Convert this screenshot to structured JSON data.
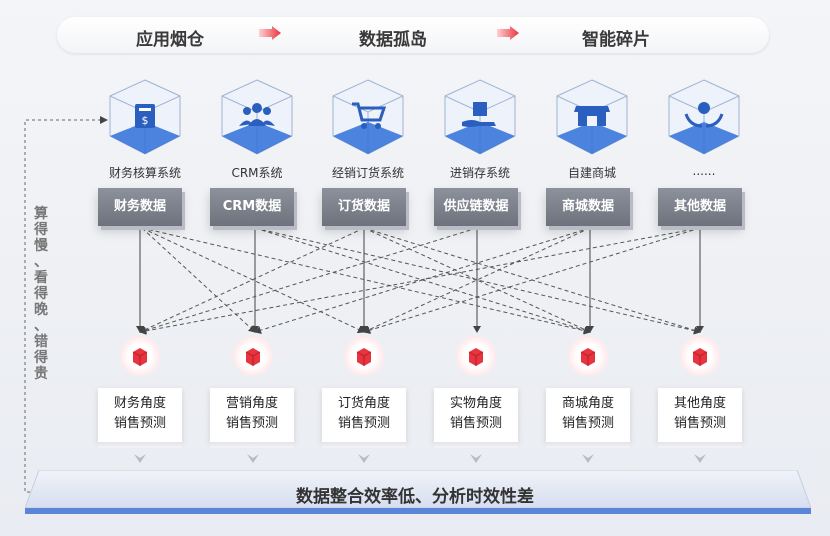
{
  "header": {
    "stages": [
      "应用烟仓",
      "数据孤岛",
      "智能碎片"
    ]
  },
  "systems": [
    {
      "label": "财务核算系统",
      "icon": "finance-doc-icon"
    },
    {
      "label": "CRM系统",
      "icon": "users-icon"
    },
    {
      "label": "经销订货系统",
      "icon": "cart-icon"
    },
    {
      "label": "进销存系统",
      "icon": "hand-box-icon"
    },
    {
      "label": "自建商城",
      "icon": "shop-icon"
    },
    {
      "label": "......",
      "icon": "hands-coin-icon"
    }
  ],
  "data_chips": [
    "财务数据",
    "CRM数据",
    "订货数据",
    "供应链数据",
    "商城数据",
    "其他数据"
  ],
  "predictions": [
    {
      "line1": "财务角度",
      "line2": "销售预测"
    },
    {
      "line1": "营销角度",
      "line2": "销售预测"
    },
    {
      "line1": "订货角度",
      "line2": "销售预测"
    },
    {
      "line1": "实物角度",
      "line2": "销售预测"
    },
    {
      "line1": "商城角度",
      "line2": "销售预测"
    },
    {
      "line1": "其他角度",
      "line2": "销售预测"
    }
  ],
  "side_note": {
    "lines": [
      "算得慢",
      "、看得晚",
      "、错得贵"
    ]
  },
  "footer": {
    "text": "数据整合效率低、分析时效性差"
  },
  "colors": {
    "accent_blue": "#2f6fd9",
    "accent_red": "#e8343f",
    "chip_gray": "#7d828c"
  }
}
